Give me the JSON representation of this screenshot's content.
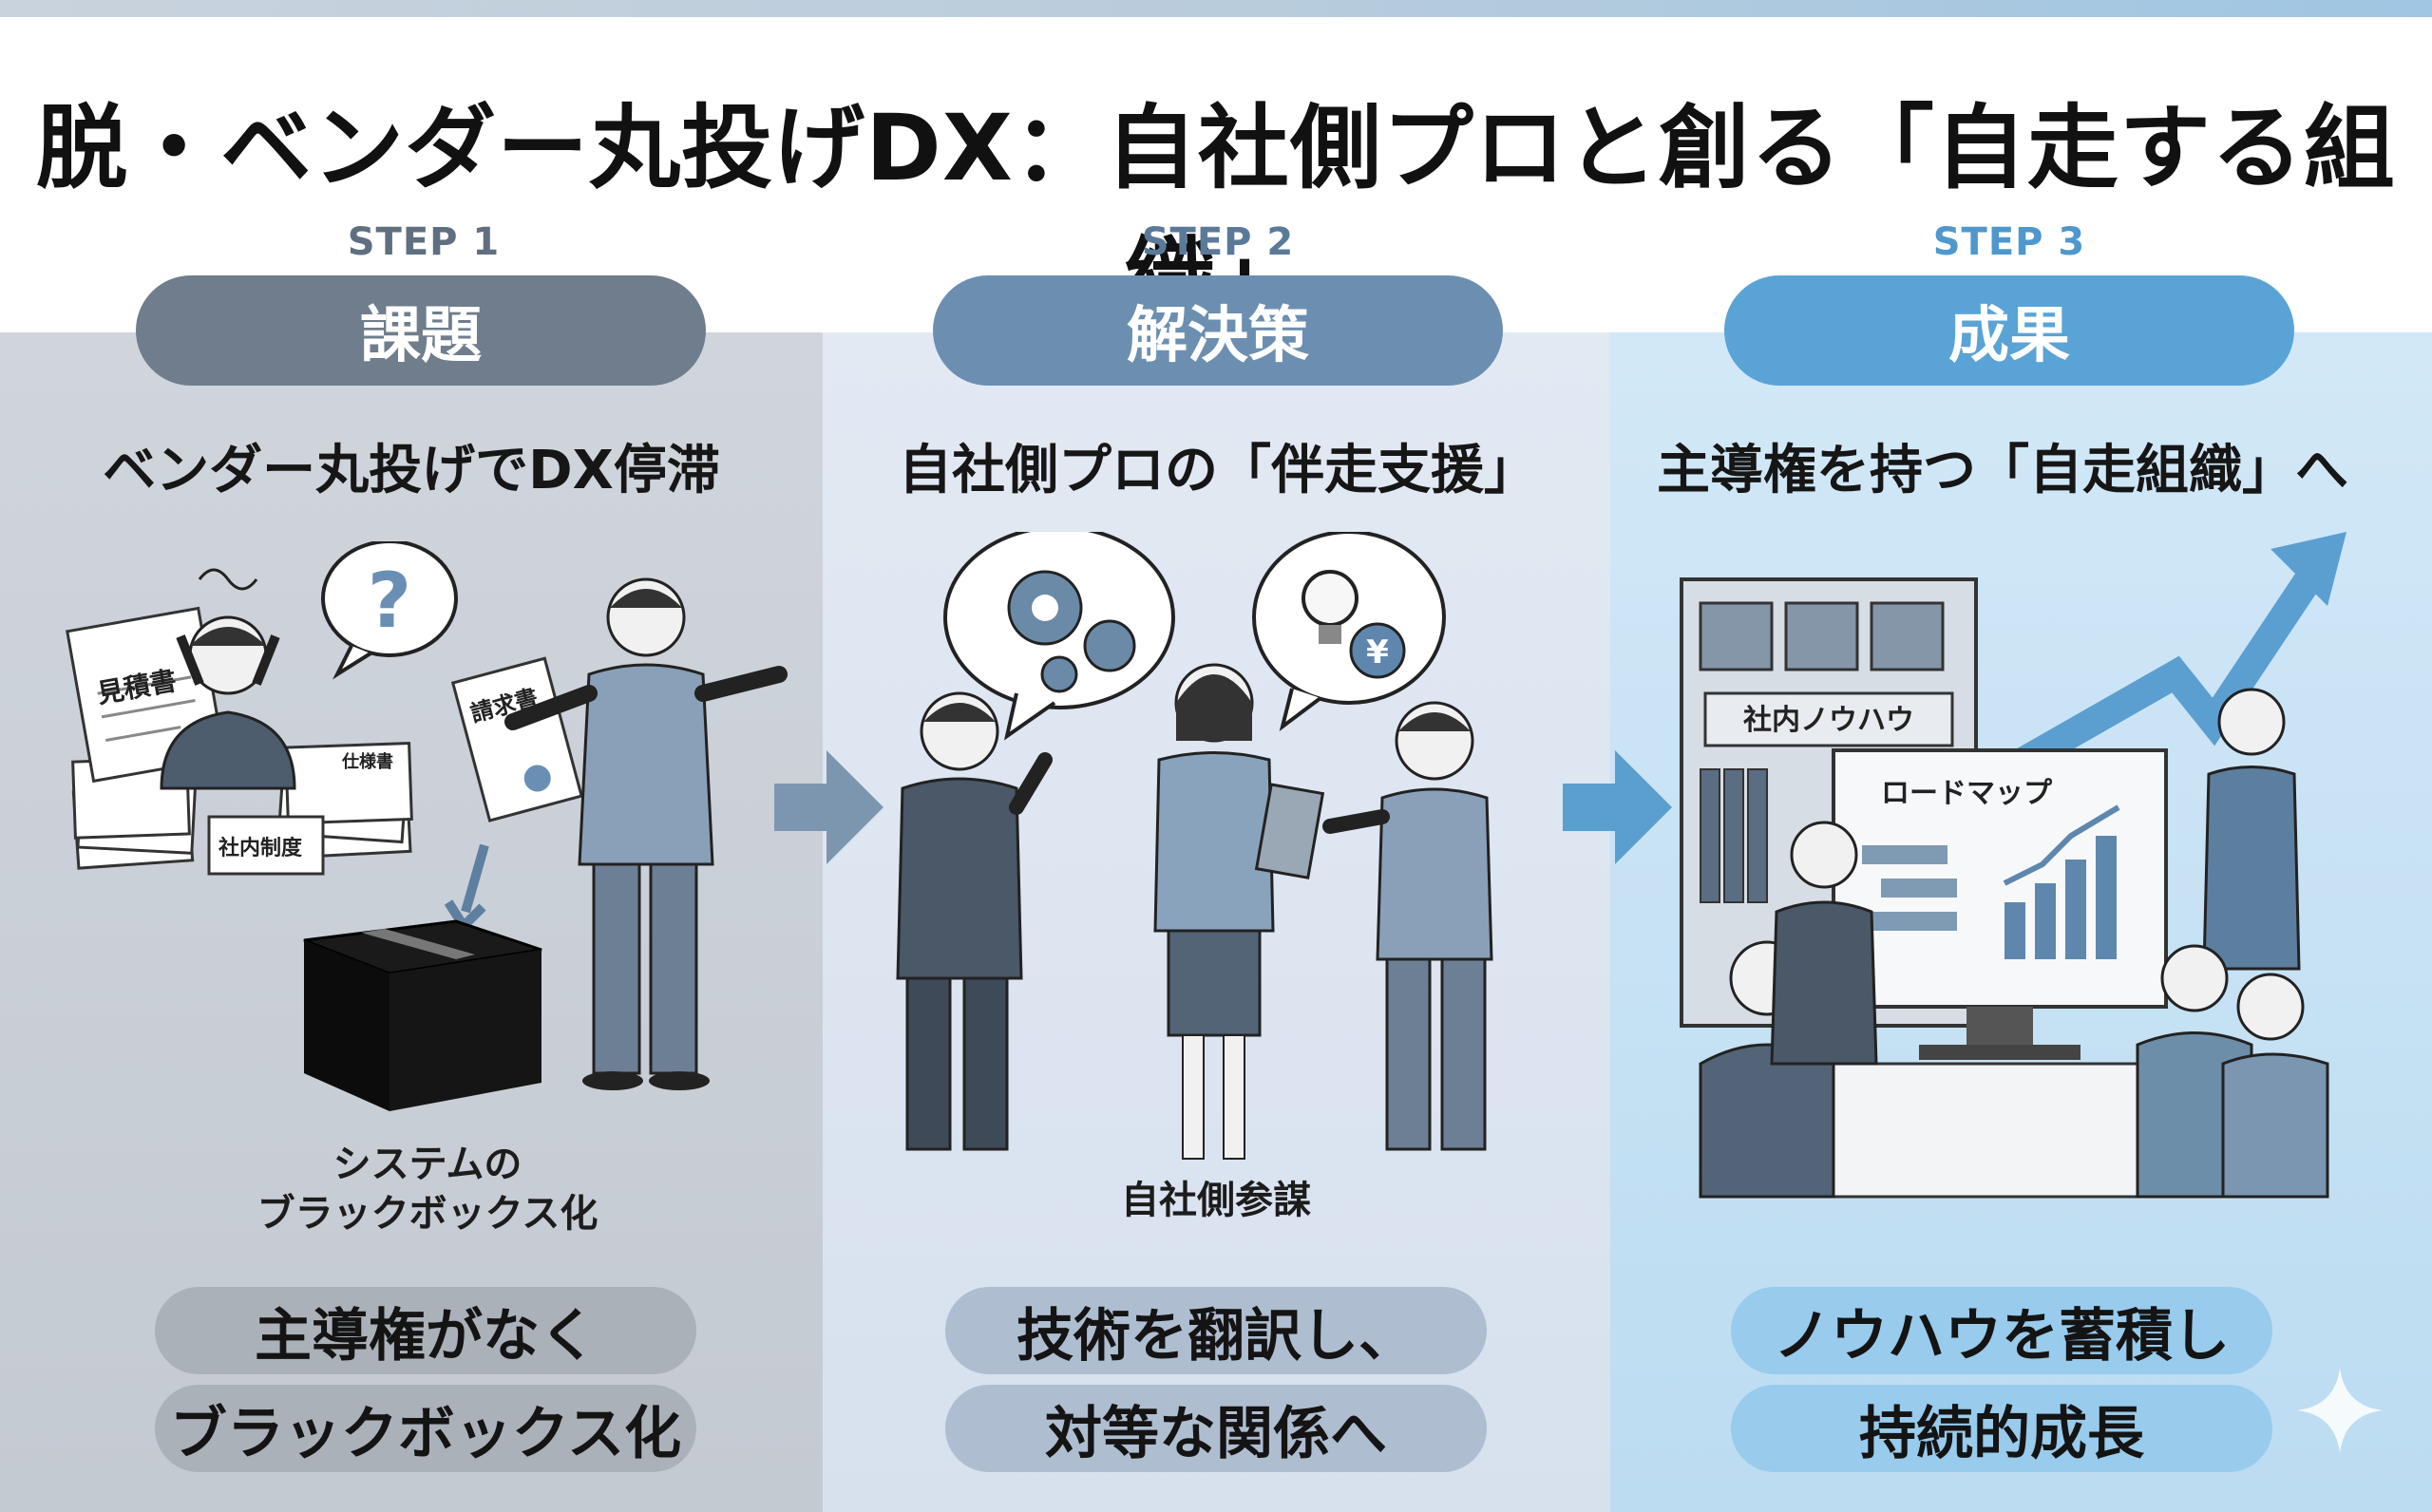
{
  "title": "脱・ベンダー丸投げDX：自社側プロと創る「自走する組織」",
  "steps": [
    {
      "step_label": "STEP 1",
      "pill_label": "課題",
      "subtitle": "ベンダー丸投げでDX停滞",
      "doc_labels": [
        "見積書",
        "請求書",
        "仕様書",
        "社内制度"
      ],
      "caption_line1": "システムの",
      "caption_line2": "ブラックボックス化",
      "bottom_line1": "主導権がなく",
      "bottom_line2": "ブラックボックス化",
      "accent": "#6f7d8c"
    },
    {
      "step_label": "STEP 2",
      "pill_label": "解決策",
      "subtitle": "自社側プロの「伴走支援」",
      "caption": "自社側参謀",
      "bottom_line1": "技術を翻訳し、",
      "bottom_line2": "対等な関係へ",
      "accent": "#6c8fb1"
    },
    {
      "step_label": "STEP 3",
      "pill_label": "成果",
      "subtitle": "主導権を持つ「自走組織」へ",
      "shelf_label": "社内ノウハウ",
      "board_label": "ロードマップ",
      "bottom_line1": "ノウハウを蓄積し",
      "bottom_line2": "持続的成長",
      "accent": "#5aa3d6"
    }
  ],
  "icons": {
    "question": "question-mark-icon",
    "gears": "gears-icon",
    "idea": "lightbulb-yen-icon",
    "arrow": "right-arrow-icon"
  }
}
